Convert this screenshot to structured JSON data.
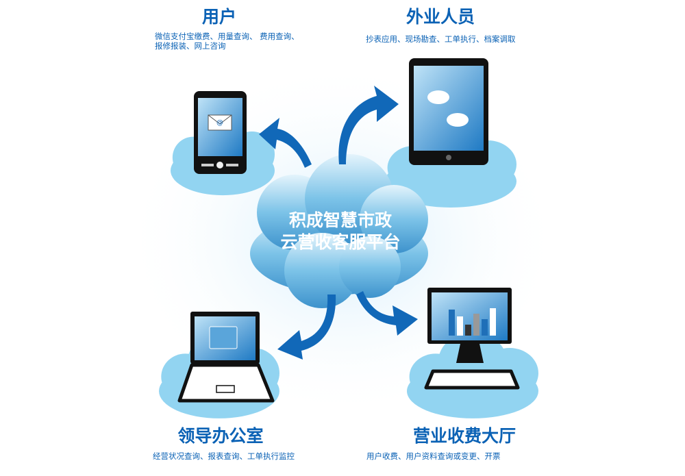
{
  "center": {
    "line1": "积成智慧市政",
    "line2": "云营收客服平台"
  },
  "nodes": {
    "user": {
      "title": "用户",
      "desc_line1": "微信支付宝缴费、用量查询、 费用查询、",
      "desc_line2": "报修报装、网上咨询"
    },
    "field": {
      "title": "外业人员",
      "desc": "抄表应用、现场勘查、工单执行、档案调取"
    },
    "office": {
      "title": "领导办公室",
      "desc": "经营状况查询、报表查询、工单执行监控"
    },
    "hall": {
      "title": "营业收费大厅",
      "desc": "用户收费、用户资料查询或变更、开票"
    }
  },
  "colors": {
    "accent": "#0b62b5",
    "cloud": "#8fd3f0",
    "arrow": "#1168b8"
  }
}
